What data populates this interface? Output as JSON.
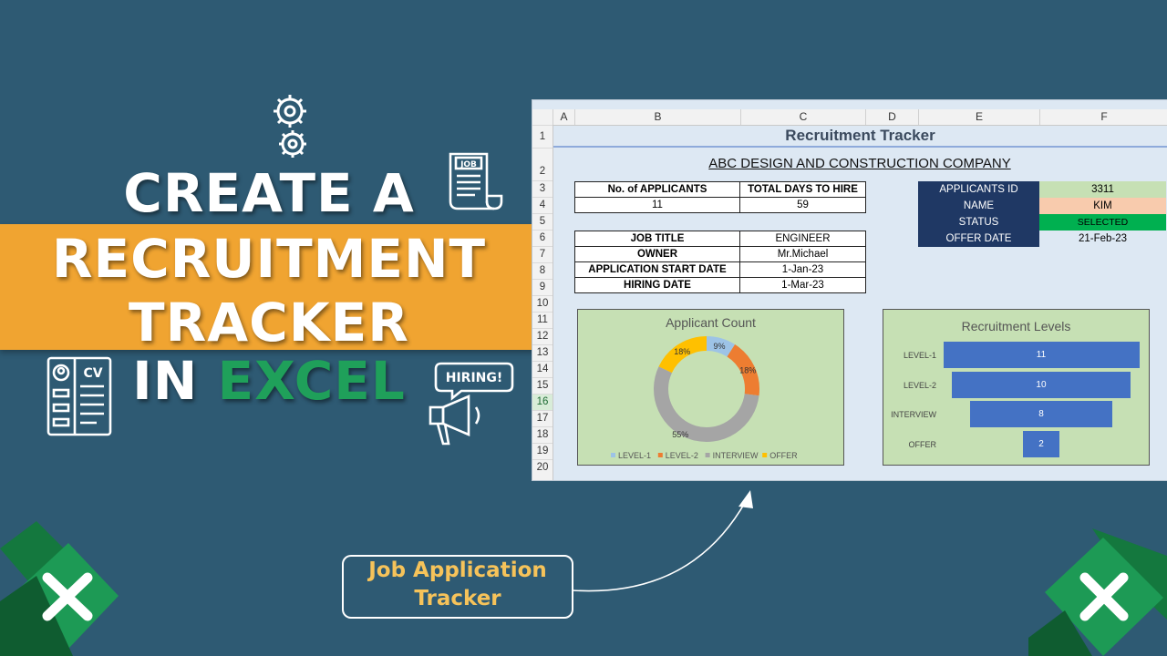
{
  "headline": {
    "line1": "CREATE A",
    "line2": "RECRUITMENT",
    "line3": "TRACKER",
    "line4_prefix": "IN",
    "line4_accent": "EXCEL"
  },
  "icons": {
    "gears": "gears-icon",
    "job_doc": "job-document-icon",
    "job_doc_label": "JOB",
    "cv": "cv-icon",
    "cv_label": "CV",
    "hiring": "hiring-megaphone-icon",
    "hiring_label": "HIRING!",
    "excel_logo": "excel-logo-icon"
  },
  "callout": {
    "line1": "Job Application",
    "line2": "Tracker"
  },
  "colors": {
    "background": "#2e5a73",
    "band": "#f0a431",
    "excel_green": "#1fa05a",
    "bar_blue": "#4472c4",
    "navy": "#1f3864",
    "selected_green": "#00b050"
  },
  "sheet": {
    "columns": [
      "A",
      "B",
      "C",
      "D",
      "E",
      "F"
    ],
    "rows": [
      "1",
      "2",
      "3",
      "4",
      "5",
      "6",
      "7",
      "8",
      "9",
      "10",
      "11",
      "12",
      "13",
      "14",
      "15",
      "16",
      "17",
      "18",
      "19",
      "20"
    ],
    "title": "Recruitment Tracker",
    "company": "ABC DESIGN AND CONSTRUCTION COMPANY",
    "summary": {
      "applicants_label": "No. of APPLICANTS",
      "applicants_value": "11",
      "days_label": "TOTAL DAYS TO HIRE",
      "days_value": "59"
    },
    "job": [
      {
        "label": "JOB TITLE",
        "value": "ENGINEER"
      },
      {
        "label": "OWNER",
        "value": "Mr.Michael"
      },
      {
        "label": "APPLICATION START DATE",
        "value": "1-Jan-23"
      },
      {
        "label": "HIRING DATE",
        "value": "1-Mar-23"
      }
    ],
    "applicant": [
      {
        "label": "APPLICANTS ID",
        "value": "3311"
      },
      {
        "label": "NAME",
        "value": "KIM"
      },
      {
        "label": "STATUS",
        "value": "SELECTED"
      },
      {
        "label": "OFFER DATE",
        "value": "21-Feb-23"
      }
    ]
  },
  "chart_data": [
    {
      "type": "pie",
      "title": "Applicant Count",
      "categories": [
        "LEVEL-1",
        "LEVEL-2",
        "INTERVIEW",
        "OFFER"
      ],
      "values": [
        9,
        18,
        55,
        18
      ],
      "labels": [
        "9%",
        "18%",
        "55%",
        "18%"
      ],
      "colors": [
        "#9dc3e6",
        "#ed7d31",
        "#a5a5a5",
        "#ffc000"
      ],
      "legend": "bottom"
    },
    {
      "type": "bar",
      "title": "Recruitment Levels",
      "categories": [
        "LEVEL-1",
        "LEVEL-2",
        "INTERVIEW",
        "OFFER"
      ],
      "values": [
        11,
        10,
        8,
        2
      ]
    }
  ]
}
